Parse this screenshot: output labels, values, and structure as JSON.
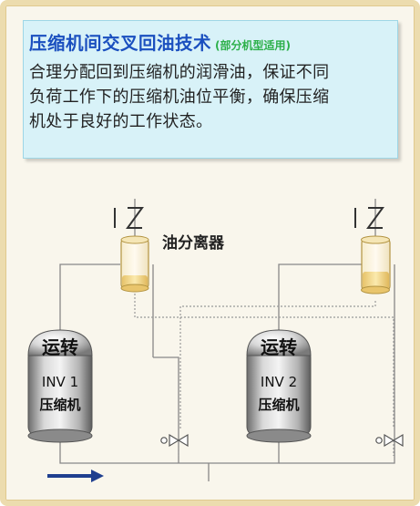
{
  "header": {
    "title": "压缩机间交叉回油技术",
    "subtitle": "(部分机型适用)",
    "description_lines": [
      "合理分配回到压缩机的润滑油，保证不同",
      "负荷工作下的压缩机油位平衡，确保压缩",
      "机处于良好的工作状态。"
    ]
  },
  "diagram": {
    "oil_separator_label": "油分离器",
    "compressors": [
      {
        "status": "运转",
        "model": "INV 1",
        "type": "压缩机"
      },
      {
        "status": "运转",
        "model": "INV 2",
        "type": "压缩机"
      }
    ]
  },
  "colors": {
    "title": "#1a4fbf",
    "subtitle": "#2db04a",
    "frame_border": "#ecdcae",
    "header_bg": "#d8f2f8",
    "oil": "#f3d98a",
    "arrow": "#1f3f8f"
  }
}
